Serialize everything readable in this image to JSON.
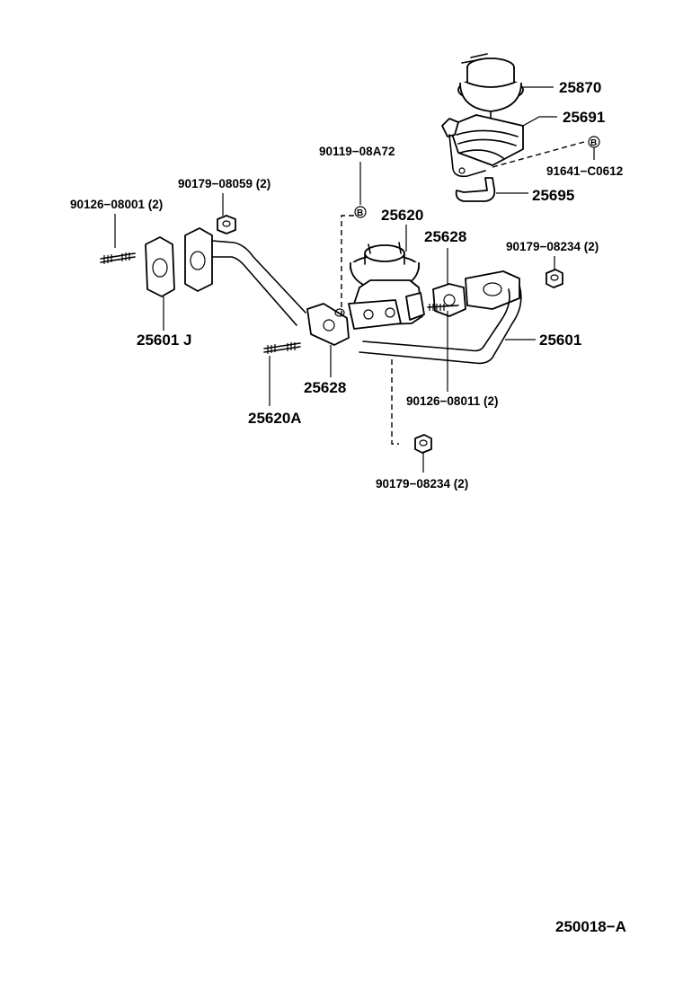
{
  "labels": {
    "p25870": "25870",
    "p25691": "25691",
    "p91641": "91641−C0612",
    "p25695": "25695",
    "p90119": "90119−08A72",
    "p25620": "25620",
    "p25628_top": "25628",
    "p90179_08234_right": "90179−08234 (2)",
    "p90179_08059": "90179−08059 (2)",
    "p90126_08001": "90126−08001 (2)",
    "p25601J": "25601 J",
    "p25601": "25601",
    "p25628_bottom": "25628",
    "p90126_08011": "90126−08011 (2)",
    "p25620A": "25620A",
    "p90179_08234_bottom": "90179−08234 (2)",
    "figure_id": "250018−A"
  },
  "markers": {
    "b1": "B",
    "b2": "B"
  }
}
